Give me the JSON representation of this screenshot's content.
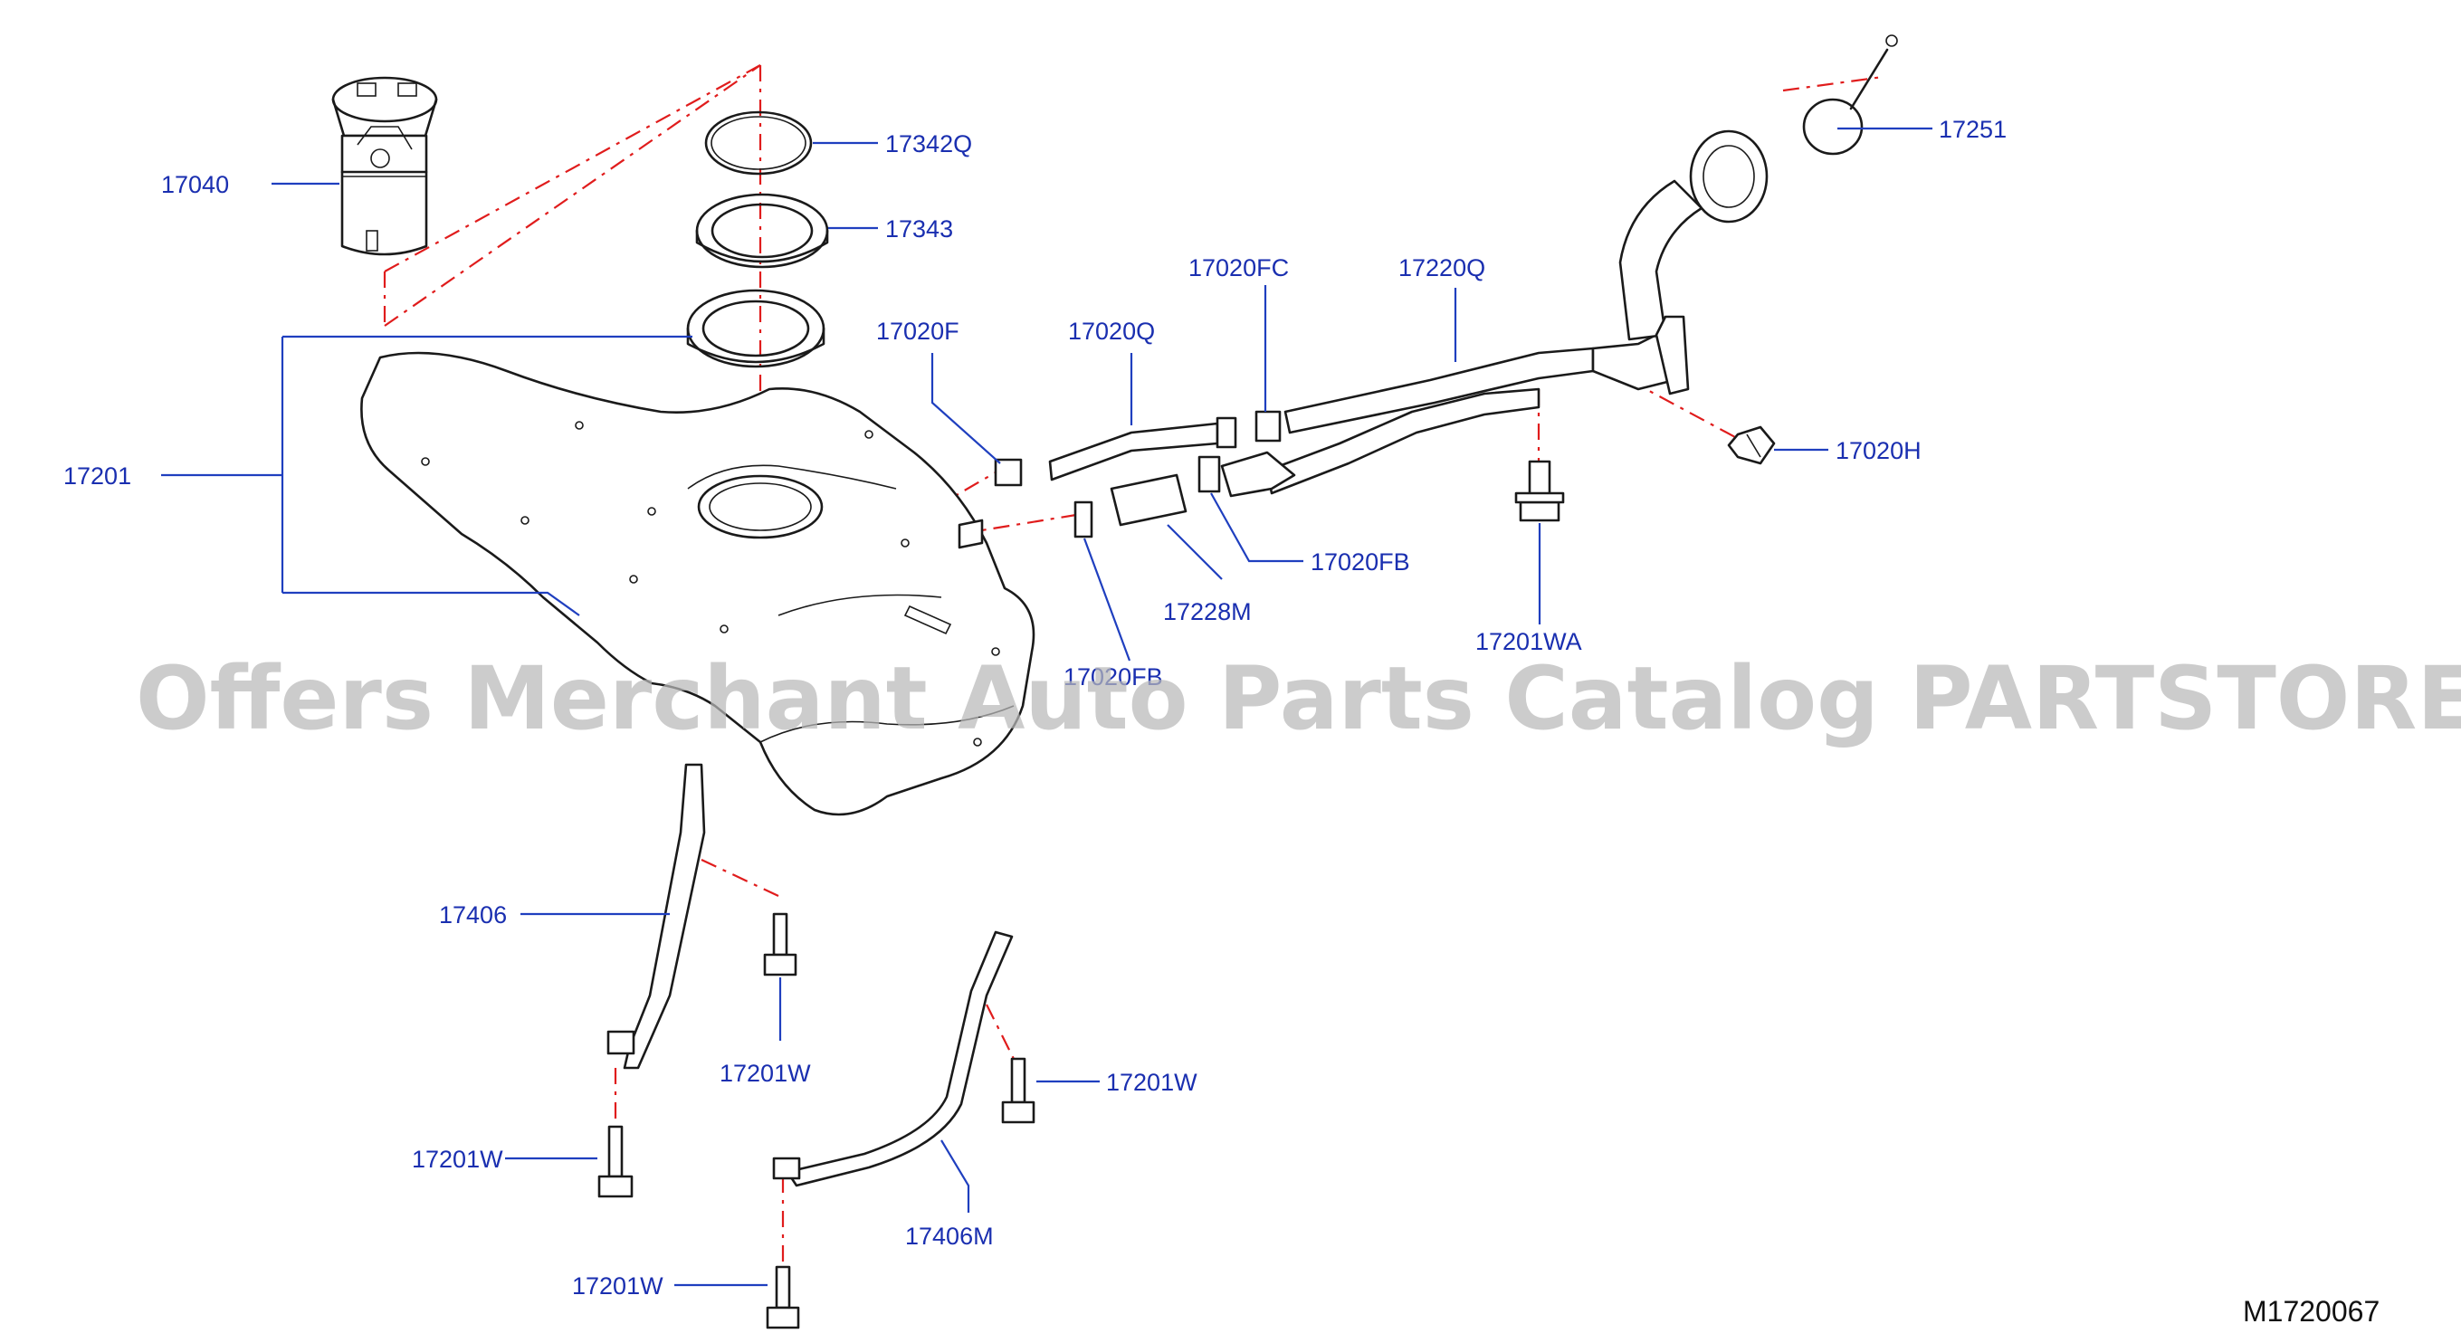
{
  "diagram": {
    "drawing_number": "M1720067",
    "watermark": "Offers Merchant Auto Parts Catalog PARTSTORE.SA",
    "colors": {
      "callout": "#1a2fb0",
      "leader": "#1f3fbf",
      "assembly_line": "#e01c1c",
      "part_outline": "#1a1a1a",
      "watermark": "#b9b9b9"
    },
    "callouts": {
      "fuel_pump_module": "17040",
      "pump_o_ring": "17342Q",
      "lock_ring": "17343",
      "fuel_tank": "17201",
      "hose_clamp_f": "17020F",
      "fuel_hose_q": "17020Q",
      "hose_clamp_fc": "17020FC",
      "filler_tube": "17220Q",
      "filler_cap": "17251",
      "clip_h": "17020H",
      "hose_clamp_fb": "17020FB",
      "vent_hose": "17228M",
      "clamp_fb_lower": "17020FB",
      "bolt_wa": "17201WA",
      "band_left": "17406",
      "band_right": "17406M",
      "bolt_w_band_left": "17201W",
      "bolt_w_left_lower": "17201W",
      "bolt_w_band_right": "17201W",
      "bolt_w_right_lower": "17201W"
    }
  }
}
